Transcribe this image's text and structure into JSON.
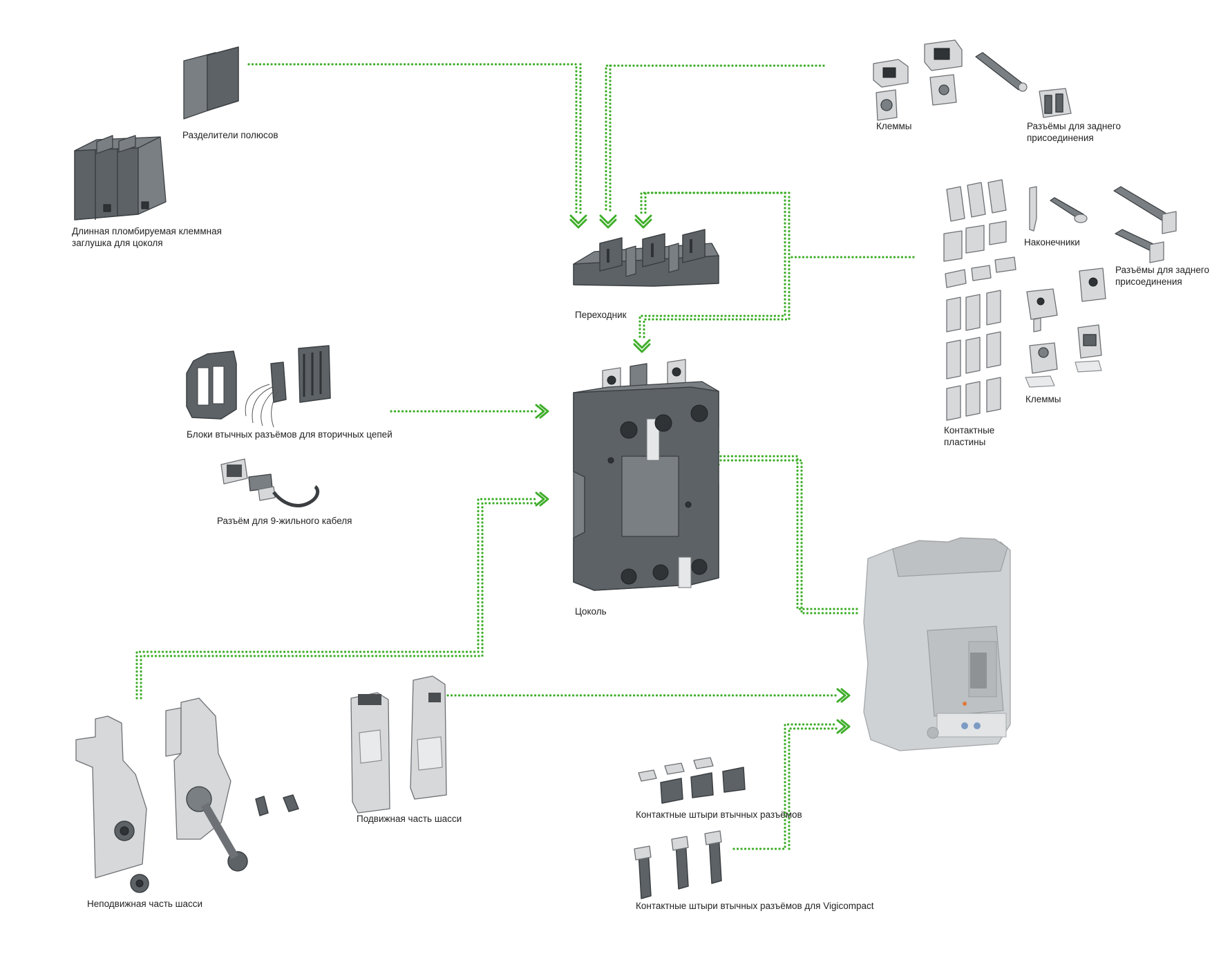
{
  "labels": {
    "pole_separators": "Разделители полюсов",
    "terminal_cover": "Длинная пломбируемая клеммная\nзаглушка для цоколя",
    "terminals_top": "Клеммы",
    "rear_connectors_top": "Разъёмы для заднего\nприсоединения",
    "adapter": "Переходник",
    "lugs": "Наконечники",
    "rear_connectors_right": "Разъёмы для заднего\nприсоединения",
    "terminals_right": "Клеммы",
    "contact_plates": "Контактные\nпластины",
    "aux_connector_blocks": "Блоки втычных разъёмов для вторичных цепей",
    "cable_connector": "Разъём для 9-жильного кабеля",
    "base": "Цоколь",
    "fixed_chassis": "Неподвижная часть шасси",
    "moving_chassis": "Подвижная часть шасси",
    "contact_pins": "Контактные штыри втычных разъёмов",
    "contact_pins_vigi": "Контактные штыри втычных разъёмов для Vigicompact"
  },
  "colors": {
    "connector": "#3fae2a",
    "part": "#5d6266",
    "metal": "#d6d8d9",
    "breaker": "#cfd2d4"
  },
  "icons": {
    "arrow": "double-chevron"
  }
}
